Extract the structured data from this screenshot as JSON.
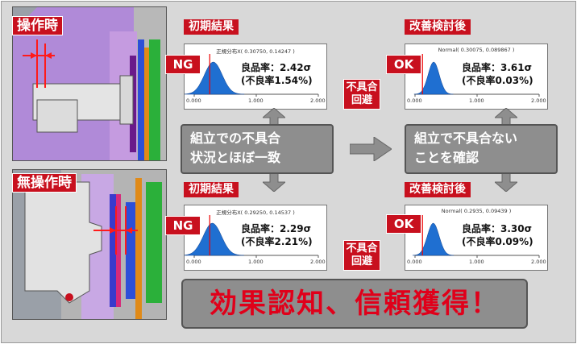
{
  "cad_labels": {
    "operating": "操作時",
    "idle": "無操作時"
  },
  "charts": [
    {
      "id": "init-top",
      "header": "初期結果",
      "title": "正規分布X( 0.30750, 0.14247 )",
      "badge": "NG",
      "yield_line": "良品率：2.42σ",
      "defect_line": "(不良率1.54%)",
      "ticks": [
        "0.000",
        "1.000",
        "2.000"
      ],
      "spec_limit": 0.25,
      "mean": 0.3075,
      "sigma": 0.14247,
      "avoid_badge": ""
    },
    {
      "id": "init-bottom",
      "header": "初期結果",
      "title": "正規分布X( 0.29250, 0.14537 )",
      "badge": "NG",
      "yield_line": "良品率：2.29σ",
      "defect_line": "(不良率2.21%)",
      "ticks": [
        "0.000",
        "1.000",
        "2.000"
      ],
      "spec_limit": 0.25,
      "mean": 0.2925,
      "sigma": 0.14537,
      "avoid_badge": ""
    },
    {
      "id": "imp-top",
      "header": "改善検討後",
      "title": "Normal( 0.30075, 0.089867 )",
      "badge": "OK",
      "yield_line": "良品率：3.61σ",
      "defect_line": "(不良率0.03%)",
      "ticks": [
        "0.000",
        "1.000",
        "2.000"
      ],
      "spec_limit": 0.12,
      "mean": 0.30075,
      "sigma": 0.089867,
      "avoid_badge": "不具合\n回避"
    },
    {
      "id": "imp-bottom",
      "header": "改善検討後",
      "title": "Normal( 0.2935, 0.09439 )",
      "badge": "OK",
      "yield_line": "良品率：3.30σ",
      "defect_line": "(不良率0.09%)",
      "ticks": [
        "0.000",
        "1.000",
        "2.000"
      ],
      "spec_limit": 0.12,
      "mean": 0.2935,
      "sigma": 0.09439,
      "avoid_badge": "不具合\n回避"
    }
  ],
  "notes": {
    "left": [
      "組立での不具合",
      "状況とほぼ一致"
    ],
    "right": [
      "組立で不具合ない",
      "ことを確認"
    ]
  },
  "headline": "効果認知、信頼獲得！",
  "colors": {
    "red": "#c8101e",
    "gray": "#8e8e8e",
    "histogram": "#1f6fd1"
  }
}
